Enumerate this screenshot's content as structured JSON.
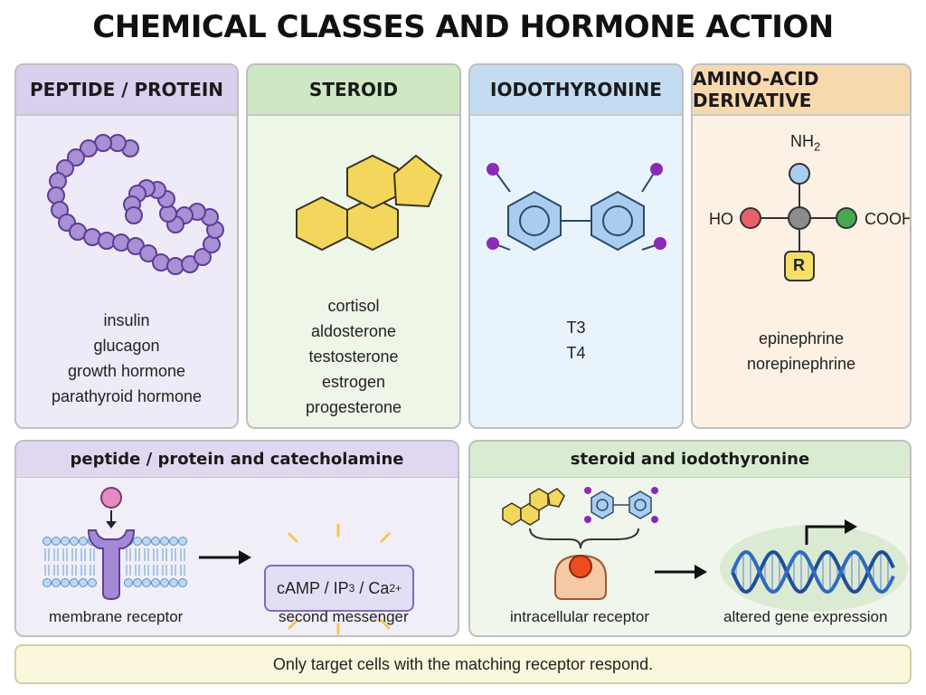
{
  "title": "CHEMICAL CLASSES AND HORMONE ACTION",
  "classes": [
    {
      "name": "PEPTIDE / PROTEIN",
      "examples": [
        "insulin",
        "glucagon",
        "growth hormone",
        "parathyroid hormone"
      ]
    },
    {
      "name": "STEROID",
      "examples": [
        "cortisol",
        "aldosterone",
        "testosterone",
        "estrogen",
        "progesterone"
      ]
    },
    {
      "name": "IODOTHYRONINE",
      "examples": [
        "T3",
        "T4"
      ]
    },
    {
      "name": "AMINO-ACID DERIVATIVE",
      "examples": [
        "epinephrine",
        "norepinephrine"
      ]
    }
  ],
  "amino_structure": {
    "top": "NH2",
    "left": "HO",
    "right": "COOH",
    "side": "R"
  },
  "mechanisms": {
    "membrane": {
      "heading": "peptide / protein and catecholamine",
      "receptor_label": "membrane receptor",
      "messenger": "cAMP / IP3 / Ca2+",
      "messenger_label": "second messenger"
    },
    "intracellular": {
      "heading": "steroid and iodothyronine",
      "receptor_label": "intracellular receptor",
      "outcome_label": "altered gene expression"
    }
  },
  "footer": "Only target cells with the matching receptor respond.",
  "colors": {
    "peptide": "#d9cfef",
    "steroid": "#cfe8c4",
    "iodothyronine": "#c3dcf2",
    "amino": "#f8d9ae",
    "bead": "#a98fd3",
    "steroid_ring": "#f2d75c",
    "benzene": "#a9cdee",
    "iodine": "#8a2bb8",
    "arrow": "#111111"
  }
}
